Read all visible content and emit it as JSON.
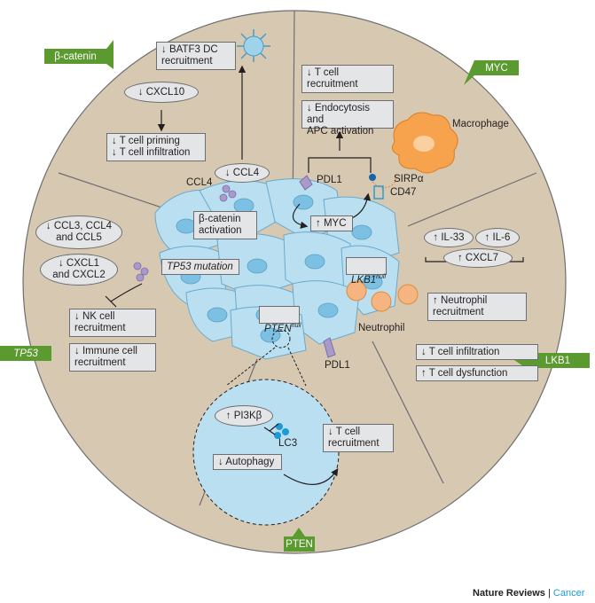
{
  "flags": {
    "beta_catenin": "β-catenin",
    "myc": "MYC",
    "tp53": "TP53",
    "lkb1": "LKB1",
    "pten": "PTEN"
  },
  "beta_catenin_sector": {
    "batf3": "↓ BATF3 DC\nrecruitment",
    "cxcl10": "↓ CXCL10",
    "priming": "↓ T cell priming\n↓ T cell infiltration",
    "ccl4_oval": "↓ CCL4",
    "ccl4_label": "CCL4",
    "activation": "β-catenin\nactivation"
  },
  "myc_sector": {
    "t_recruit": "↓ T cell\nrecruitment",
    "endocytosis": "↓ Endocytosis and\nAPC activation",
    "macrophage": "Macrophage",
    "pdl1": "PDL1",
    "sirpa": "SIRPα",
    "cd47": "CD47",
    "myc_box": "↑ MYC"
  },
  "tp53_sector": {
    "ccl3": "↓ CCL3, CCL4\nand CCL5",
    "cxcl1": "↓ CXCL1\nand CXCL2",
    "mutation": "TP53 mutation",
    "nk": "↓ NK cell\nrecruitment",
    "immune": "↓ Immune cell\nrecruitment"
  },
  "lkb1_sector": {
    "il33": "↑ IL-33",
    "il6": "↑ IL-6",
    "cxcl7": "↑ CXCL7",
    "neutrophil_recruit": "↑ Neutrophil\nrecruitment",
    "infiltration": "↓ T cell infiltration",
    "dysfunction": "↑ T cell dysfunction",
    "lkb1_null": "LKB1",
    "lkb1_sup": "null",
    "neutrophil": "Neutrophil"
  },
  "pten_sector": {
    "pten_null": "PTEN",
    "pten_sup": "null",
    "pdl1": "PDL1",
    "pi3k": "↑ PI3Kβ",
    "lc3": "LC3",
    "autophagy": "↓ Autophagy",
    "t_recruit": "↓ T cell\nrecruitment"
  },
  "credit": {
    "journal": "Nature Reviews",
    "sep": " | ",
    "section": "Cancer"
  },
  "colors": {
    "circle_fill": "#d7c8b1",
    "flag_green": "#5a9a2e",
    "cell_fill": "#b9dff0",
    "nucleus": "#7cc0e3",
    "box_fill": "#e4e5e6",
    "macrophage": "#f7a34d",
    "neutrophil": "#f6b580"
  }
}
